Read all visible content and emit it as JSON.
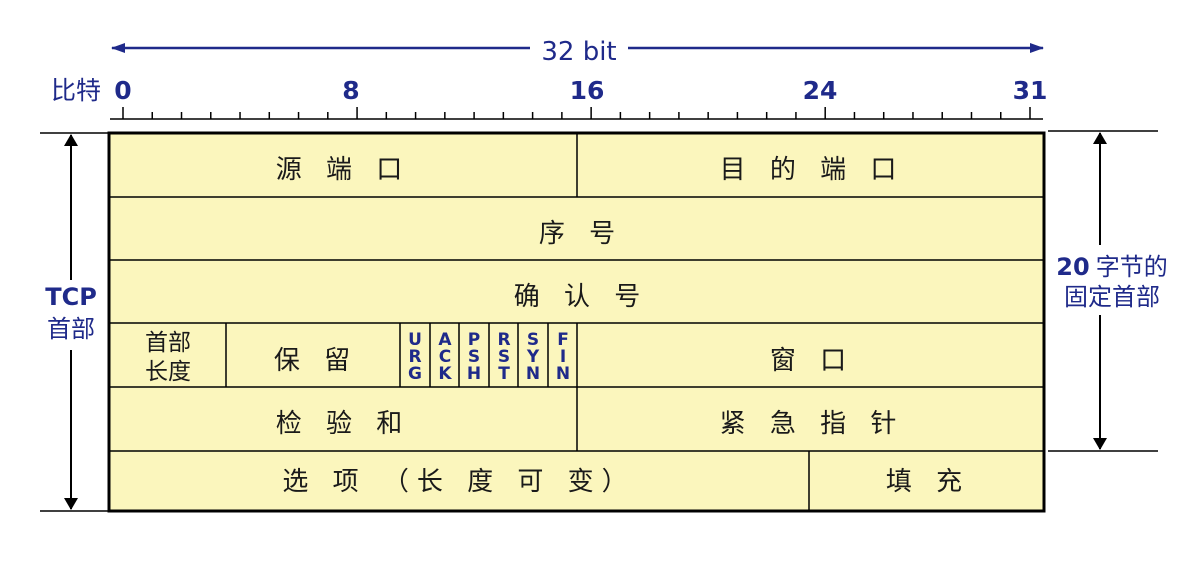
{
  "top": {
    "bit_width_label": "32 bit",
    "bit_axis_label": "比特",
    "tick_labels": [
      "0",
      "8",
      "16",
      "24",
      "31"
    ]
  },
  "left": {
    "title_line1": "TCP",
    "title_line2": "首部"
  },
  "right": {
    "line1_number": "20",
    "line1_text": "字节的",
    "line2_text": "固定首部"
  },
  "rows": {
    "row1": {
      "source_port": "源 端 口",
      "dest_port": "目 的 端 口"
    },
    "row2": {
      "sequence_number": "序 号"
    },
    "row3": {
      "ack_number": "确 认 号"
    },
    "row4": {
      "header_length_line1": "首部",
      "header_length_line2": "长度",
      "reserved": "保 留",
      "flags": [
        [
          "U",
          "R",
          "G"
        ],
        [
          "A",
          "C",
          "K"
        ],
        [
          "P",
          "S",
          "H"
        ],
        [
          "R",
          "S",
          "T"
        ],
        [
          "S",
          "Y",
          "N"
        ],
        [
          "F",
          "I",
          "N"
        ]
      ],
      "window": "窗 口"
    },
    "row5": {
      "checksum": "检 验 和",
      "urgent_pointer": "紧 急 指 针"
    },
    "row6": {
      "options": "选 项 （长 度 可 变）",
      "padding": "填 充"
    }
  },
  "colors": {
    "field_fill": "#fbf6bd",
    "border": "#000000",
    "label_blue": "#1f2a8a",
    "arrow_blue": "#1f2a8a"
  }
}
